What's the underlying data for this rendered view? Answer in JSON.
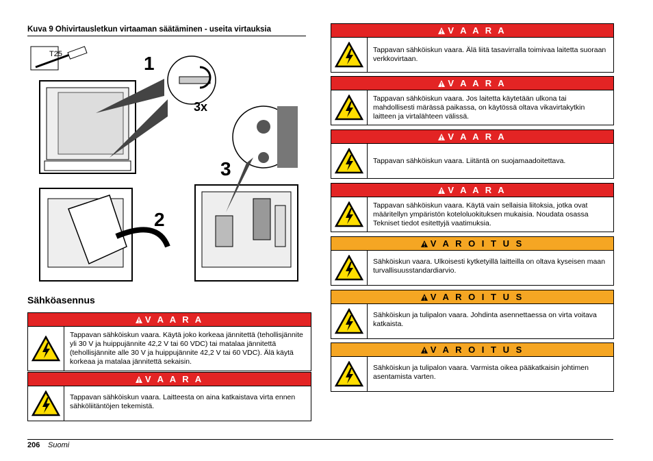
{
  "figure": {
    "caption": "Kuva 9  Ohivirtausletkun virtaaman säätäminen - useita virtauksia",
    "tool_label": "T25",
    "step1": "1",
    "step2": "2",
    "step3": "3",
    "repeat": "3x"
  },
  "section_title": "Sähköasennus",
  "left_hazards": [
    {
      "level": "V A A R A",
      "text": "Tappavan sähköiskun vaara. Käytä joko korkeaa jännitettä (tehollisjännite yli 30 V ja huippujännite 42,2 V tai 60 VDC) tai matalaa jännitettä (tehollisjännite alle 30 V ja huippujännite 42,2 V tai 60 VDC). Älä käytä korkeaa ja matalaa jännitettä sekaisin."
    },
    {
      "level": "V A A R A",
      "text": "Tappavan sähköiskun vaara. Laitteesta on aina katkaistava virta ennen sähköliitäntöjen tekemistä."
    }
  ],
  "right_hazards": [
    {
      "level": "V A A R A",
      "text": "Tappavan sähköiskun vaara. Älä liitä tasavirralla toimivaa laitetta suoraan verkkovirtaan."
    },
    {
      "level": "V A A R A",
      "text": "Tappavan sähköiskun vaara. Jos laitetta käytetään ulkona tai mahdollisesti märässä paikassa, on käytössä oltava vikavirtakytkin laitteen ja virtalähteen välissä."
    },
    {
      "level": "V A A R A",
      "text": "Tappavan sähköiskun vaara. Liitäntä on suojamaadoitettava."
    },
    {
      "level": "V A A R A",
      "text": "Tappavan sähköiskun vaara. Käytä vain sellaisia liitoksia, jotka ovat määritellyn ympäristön koteloluokituksen mukaisia. Noudata osassa Tekniset tiedot esitettyjä vaatimuksia."
    },
    {
      "level": "V A R O I T U S",
      "text": "Sähköiskun vaara. Ulkoisesti kytketyillä laitteilla on oltava kyseisen maan turvallisuusstandardiarvio."
    },
    {
      "level": "V A R O I T U S",
      "text": "Sähköiskun ja tulipalon vaara. Johdinta asennettaessa on virta voitava katkaista."
    },
    {
      "level": "V A R O I T U S",
      "text": "Sähköiskun ja tulipalon vaara. Varmista oikea pääkatkaisin johtimen asentamista varten."
    }
  ],
  "colors": {
    "danger": "#e32424",
    "warning": "#f5a623"
  },
  "footer": {
    "page": "206",
    "language": "Suomi"
  }
}
